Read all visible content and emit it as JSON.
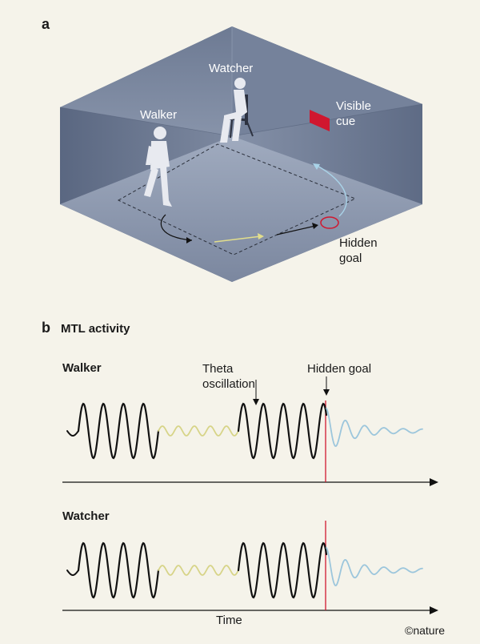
{
  "panel_a": {
    "letter": "a",
    "labels": {
      "walker": "Walker",
      "watcher": "Watcher",
      "visible_cue": "Visible\ncue",
      "hidden_goal": "Hidden\ngoal"
    }
  },
  "panel_b": {
    "letter": "b",
    "title": "MTL activity",
    "walker_label": "Walker",
    "watcher_label": "Watcher",
    "theta_label": "Theta\noscillation",
    "hidden_goal_label": "Hidden goal",
    "time_label": "Time"
  },
  "credit": "©nature",
  "colors": {
    "room_wall": "#6f7d96",
    "room_floor": "#8a96ad",
    "human": "#e6e8ef",
    "cue": "#d0172f",
    "goal_ring": "#d0172f",
    "trace_black": "#111111",
    "trace_yellow": "#d7d488",
    "trace_blue": "#9cc6dc",
    "goal_line": "#d0172f"
  }
}
